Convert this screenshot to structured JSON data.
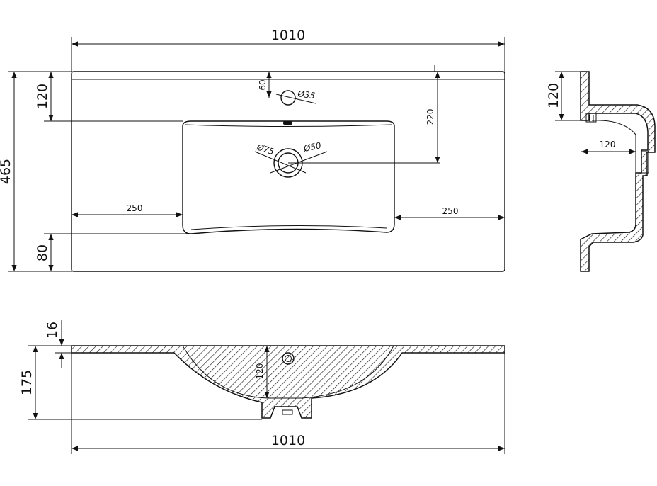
{
  "dimensions": {
    "top_width": "1010",
    "bottom_width": "1010",
    "total_depth": "465",
    "back_rim": "120",
    "front_rim": "80",
    "tap_offset": "60",
    "tap_hole": "Ø35",
    "drain_distance": "220",
    "left_margin": "250",
    "right_margin": "250",
    "drain_outer": "Ø75",
    "drain_inner": "Ø50",
    "side_back_height": "120",
    "side_inner_width": "120",
    "front_thickness": "16",
    "front_height": "175",
    "front_basin_depth": "120"
  },
  "colors": {
    "line": "#111111",
    "background": "#ffffff"
  }
}
